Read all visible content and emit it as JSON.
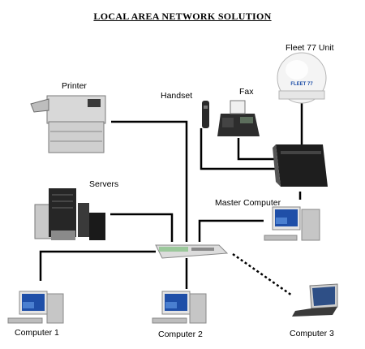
{
  "title": "LOCAL AREA NETWORK SOLUTION",
  "nodes": {
    "fleet77": "Fleet 77 Unit",
    "fleet77_dome_text": "FLEET 77",
    "printer": "Printer",
    "handset": "Handset",
    "fax": "Fax",
    "servers": "Servers",
    "master_computer": "Master Computer",
    "computer1": "Computer 1",
    "computer2": "Computer 2",
    "computer3": "Computer 3"
  },
  "colors": {
    "line": "#000000",
    "screen": "#1f4fa8",
    "device_light": "#dcdcdc",
    "device_dark": "#2a2a2a",
    "switch_green": "#9bc89b"
  }
}
